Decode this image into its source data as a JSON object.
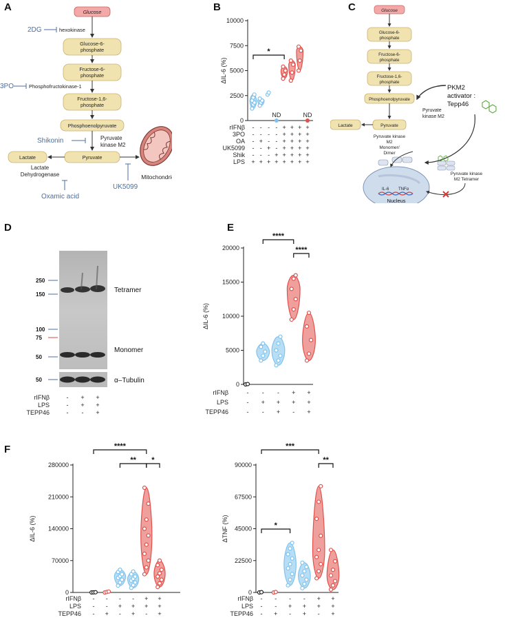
{
  "panel_labels": {
    "a": "A",
    "b": "B",
    "c": "C",
    "d": "D",
    "e": "E",
    "f": "F"
  },
  "pathway_a": {
    "glucose": "Glucose",
    "g6p": [
      "Glucose-6-",
      "phosphate"
    ],
    "f6p": [
      "Fructose-6-",
      "phosphate"
    ],
    "f16p": [
      "Fructose-1,6-",
      "phosphate"
    ],
    "pep": "Phosphoenolpyruvate",
    "pyruvate": "Pyruvate",
    "lactate": "Lactate",
    "hexokinase": "hexokinase",
    "pfk": "Phosphofructokinase-1",
    "pkm2": [
      "Pyruvate",
      "kinase M2"
    ],
    "ldh": [
      "Lactate",
      "Dehydrogenase"
    ],
    "mito": "Mitochondrion",
    "inhibitors": {
      "dg": "2DG",
      "po": "3PO",
      "shik": "Shikonin",
      "uk": "UK5099",
      "oa": "Oxamic acid"
    }
  },
  "pathway_c": {
    "glucose": "Glucose",
    "g6p": [
      "Glucose-6-",
      "phosphate"
    ],
    "f6p": [
      "Fructose-6-",
      "phosphate"
    ],
    "f16p": [
      "Fructose-1,6-",
      "phosphate"
    ],
    "pep": "Phosphoenolpyruvate",
    "pyruvate": "Pyruvate",
    "lactate": "Lactate",
    "pkm2": [
      "Pyruvate",
      "kinase M2"
    ],
    "activator": [
      "PKM2",
      "activator :",
      "Tepp46"
    ],
    "dimer": [
      "Pyruvate kinase",
      "M2",
      "Monomer/",
      "Dimer"
    ],
    "tetramer": [
      "Pyruvate kinase",
      "M2 Tetramer"
    ],
    "nucleus": "Nucleus",
    "il6": "IL-6",
    "tnfa": "TNFα"
  },
  "blot_d": {
    "markers": [
      "250",
      "150",
      "100",
      "75",
      "50"
    ],
    "tubulin_marker": "50",
    "bands": {
      "tetramer": "Tetramer",
      "monomer": "Monomer",
      "tubulin": "α–Tubulin"
    },
    "conditions": {
      "rows": [
        "rIFNβ",
        "LPS",
        "TEPP46"
      ],
      "signs": [
        [
          "-",
          "+",
          "+"
        ],
        [
          "-",
          "+",
          "+"
        ],
        [
          "-",
          "-",
          "+"
        ]
      ]
    }
  },
  "chart_data": [
    {
      "panel": "B",
      "type": "violin",
      "ylabel": "ΔIL-6 (%)",
      "ylim": [
        0,
        10000
      ],
      "yticks": [
        "0",
        "2500",
        "5000",
        "7500",
        "10000"
      ],
      "groups": [
        {
          "color": "#7ec3ee",
          "points": [
            1200,
            1600,
            1800,
            2000,
            2300,
            2600
          ]
        },
        {
          "color": "#7ec3ee",
          "points": [
            1500,
            1800,
            2000,
            2200
          ]
        },
        {
          "color": "#7ec3ee",
          "points": [
            2600,
            2800
          ]
        },
        {
          "color": "#7ec3ee",
          "points": [],
          "nd": true
        },
        {
          "color": "#e2504b",
          "points": [
            4200,
            4600,
            5000,
            5400
          ]
        },
        {
          "color": "#e2504b",
          "points": [
            4000,
            4800,
            5600,
            6000
          ]
        },
        {
          "color": "#e2504b",
          "points": [
            5000,
            6000,
            7000,
            7400
          ]
        },
        {
          "color": "#e2504b",
          "points": [],
          "nd": true
        }
      ],
      "nd_label": "ND",
      "conditions": {
        "rows": [
          "rIFNβ",
          "3PO",
          "OA",
          "UK5099",
          "Shik",
          "LPS"
        ],
        "signs": [
          [
            "-",
            "-",
            "-",
            "-",
            "+",
            "+",
            "+",
            "+"
          ],
          [
            "-",
            "-",
            "-",
            "-",
            "+",
            "+",
            "+",
            "+"
          ],
          [
            "-",
            "+",
            "-",
            "-",
            "+",
            "+",
            "+",
            "+"
          ],
          [
            "-",
            "-",
            "+",
            "-",
            "+",
            "+",
            "+",
            "+"
          ],
          [
            "-",
            "-",
            "-",
            "+",
            "+",
            "+",
            "+",
            "+"
          ],
          [
            "+",
            "+",
            "+",
            "+",
            "+",
            "+",
            "+",
            "+"
          ]
        ]
      },
      "significance": [
        {
          "from": 0,
          "to": 4,
          "label": "*"
        }
      ]
    },
    {
      "panel": "E",
      "type": "violin",
      "ylabel": "ΔIL-6 (%)",
      "ylim": [
        0,
        20000
      ],
      "yticks": [
        "0",
        "5000",
        "10000",
        "15000",
        "20000"
      ],
      "groups": [
        {
          "color": "#222222",
          "points": [
            0,
            50
          ]
        },
        {
          "color": "#7ec3ee",
          "points": [
            3500,
            4200,
            4800,
            5500,
            6000
          ]
        },
        {
          "color": "#7ec3ee",
          "points": [
            2800,
            3500,
            4200,
            5000,
            6000,
            7000
          ]
        },
        {
          "color": "#e2504b",
          "points": [
            9500,
            11000,
            12500,
            14000,
            15500,
            16000
          ]
        },
        {
          "color": "#e2504b",
          "points": [
            3500,
            4500,
            6500,
            8500,
            10500
          ]
        }
      ],
      "conditions": {
        "rows": [
          "rIFNβ",
          "LPS",
          "TEPP46"
        ],
        "signs": [
          [
            "-",
            "-",
            "-",
            "+",
            "+"
          ],
          [
            "-",
            "+",
            "+",
            "+",
            "+"
          ],
          [
            "-",
            "-",
            "+",
            "-",
            "+"
          ]
        ]
      },
      "significance": [
        {
          "from": 1,
          "to": 3,
          "label": "****"
        },
        {
          "from": 3,
          "to": 4,
          "label": "****"
        }
      ]
    },
    {
      "panel": "F-left",
      "type": "violin",
      "ylabel": "ΔIL-6 (%)",
      "ylim": [
        0,
        280000
      ],
      "yticks": [
        "0",
        "70000",
        "140000",
        "210000",
        "280000"
      ],
      "groups": [
        {
          "color": "#222222",
          "points": [
            0,
            200,
            400
          ]
        },
        {
          "color": "#e2504b",
          "points": [
            0,
            1000,
            2000
          ]
        },
        {
          "color": "#7ec3ee",
          "points": [
            15000,
            22000,
            28000,
            32000,
            36000,
            40000,
            45000,
            50000
          ]
        },
        {
          "color": "#7ec3ee",
          "points": [
            10000,
            16000,
            22000,
            26000,
            30000,
            35000,
            40000,
            46000
          ]
        },
        {
          "color": "#e2504b",
          "points": [
            40000,
            55000,
            70000,
            85000,
            105000,
            125000,
            140000,
            160000,
            195000,
            230000
          ]
        },
        {
          "color": "#e2504b",
          "points": [
            12000,
            20000,
            28000,
            35000,
            42000,
            50000,
            60000,
            70000
          ]
        }
      ],
      "conditions": {
        "rows": [
          "rIFNβ",
          "LPS",
          "TEPP46"
        ],
        "signs": [
          [
            "-",
            "-",
            "-",
            "-",
            "+",
            "+"
          ],
          [
            "-",
            "-",
            "+",
            "+",
            "+",
            "+"
          ],
          [
            "-",
            "+",
            "-",
            "+",
            "-",
            "+"
          ]
        ]
      },
      "significance": [
        {
          "from": 0,
          "to": 4,
          "label": "****"
        },
        {
          "from": 2,
          "to": 4,
          "label": "**"
        },
        {
          "from": 4,
          "to": 5,
          "label": "*"
        }
      ]
    },
    {
      "panel": "F-right",
      "type": "violin",
      "ylabel": "ΔTNF (%)",
      "ylim": [
        0,
        90000
      ],
      "yticks": [
        "0",
        "22500",
        "45000",
        "67500",
        "90000"
      ],
      "groups": [
        {
          "color": "#222222",
          "points": [
            0,
            200
          ]
        },
        {
          "color": "#e2504b",
          "points": [
            0,
            300
          ]
        },
        {
          "color": "#7ec3ee",
          "points": [
            5000,
            9000,
            13000,
            17000,
            20000,
            24000,
            27000,
            31000,
            35000
          ]
        },
        {
          "color": "#7ec3ee",
          "points": [
            3000,
            6000,
            9000,
            12000,
            15000,
            18000,
            21000
          ]
        },
        {
          "color": "#e2504b",
          "points": [
            10000,
            15000,
            20000,
            25000,
            30000,
            40000,
            52000,
            64000,
            75000
          ]
        },
        {
          "color": "#e2504b",
          "points": [
            2000,
            5000,
            8000,
            12000,
            16000,
            22000,
            30000
          ]
        }
      ],
      "conditions": {
        "rows": [
          "rIFNβ",
          "LPS",
          "TEPP46"
        ],
        "signs": [
          [
            "-",
            "-",
            "-",
            "-",
            "+",
            "+"
          ],
          [
            "-",
            "-",
            "+",
            "+",
            "+",
            "+"
          ],
          [
            "-",
            "+",
            "-",
            "+",
            "-",
            "+"
          ]
        ]
      },
      "significance": [
        {
          "from": 0,
          "to": 2,
          "label": "*"
        },
        {
          "from": 0,
          "to": 4,
          "label": "***"
        },
        {
          "from": 4,
          "to": 5,
          "label": "**"
        }
      ]
    }
  ]
}
